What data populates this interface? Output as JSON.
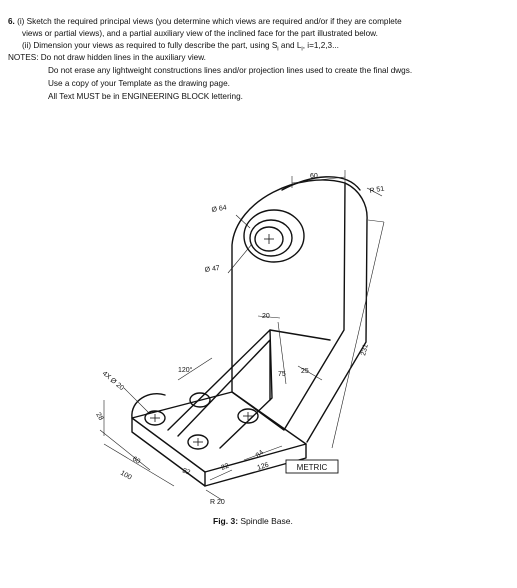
{
  "problem": {
    "number": "6.",
    "line1": " (i) Sketch the required principal views (you determine which views are required and/or if they are complete",
    "line2": "views or partial views), and a partial auxiliary view of the inclined face for the part illustrated below.",
    "line3": "(ii) Dimension your views as required to fully describe the part, using S",
    "line3_sub1": "i",
    "line3_mid": " and L",
    "line3_sub2": "i",
    "line3_end": ", i=1,2,3...",
    "notes_label": "NOTES: Do not draw hidden lines in the auxiliary view.",
    "note2": "Do not erase any lightweight constructions lines and/or projection lines used to create the final dwgs.",
    "note3": "Use a copy of your Template as the drawing page.",
    "note4": "All Text MUST be in ENGINEERING BLOCK lettering."
  },
  "figure": {
    "dimensions": {
      "d60_top": "60",
      "r51": "R 51",
      "dia64": "Ø 64",
      "dia47": "Ø 47",
      "d20": "20",
      "ang120": "120°",
      "d75": "75",
      "d25": "25",
      "d231": "231",
      "holes": "4X Ø 20",
      "d28": "28",
      "d60_bot": "60",
      "d100": "100",
      "d22a": "22",
      "d22b": "22",
      "d84": "84",
      "d126": "126",
      "r20": "R 20"
    },
    "metric_label": "METRIC",
    "caption_bold": "Fig. 3:",
    "caption_text": " Spindle Base."
  }
}
